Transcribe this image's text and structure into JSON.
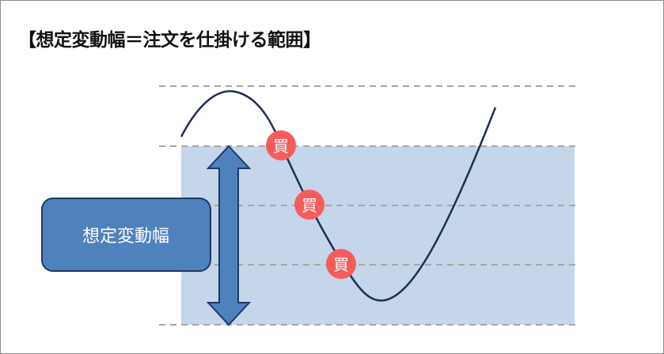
{
  "title": "【想定変動幅＝注文を仕掛ける範囲】",
  "range_label": "想定変動幅",
  "marker_label": "買",
  "marker_count": 3,
  "colors": {
    "range_fill": "#c5d5ea",
    "box_fill": "#4f81bd",
    "box_stroke": "#1f3864",
    "curve": "#1f3050",
    "marker": "#f65c5c",
    "dashed": "#a6a6a6"
  }
}
